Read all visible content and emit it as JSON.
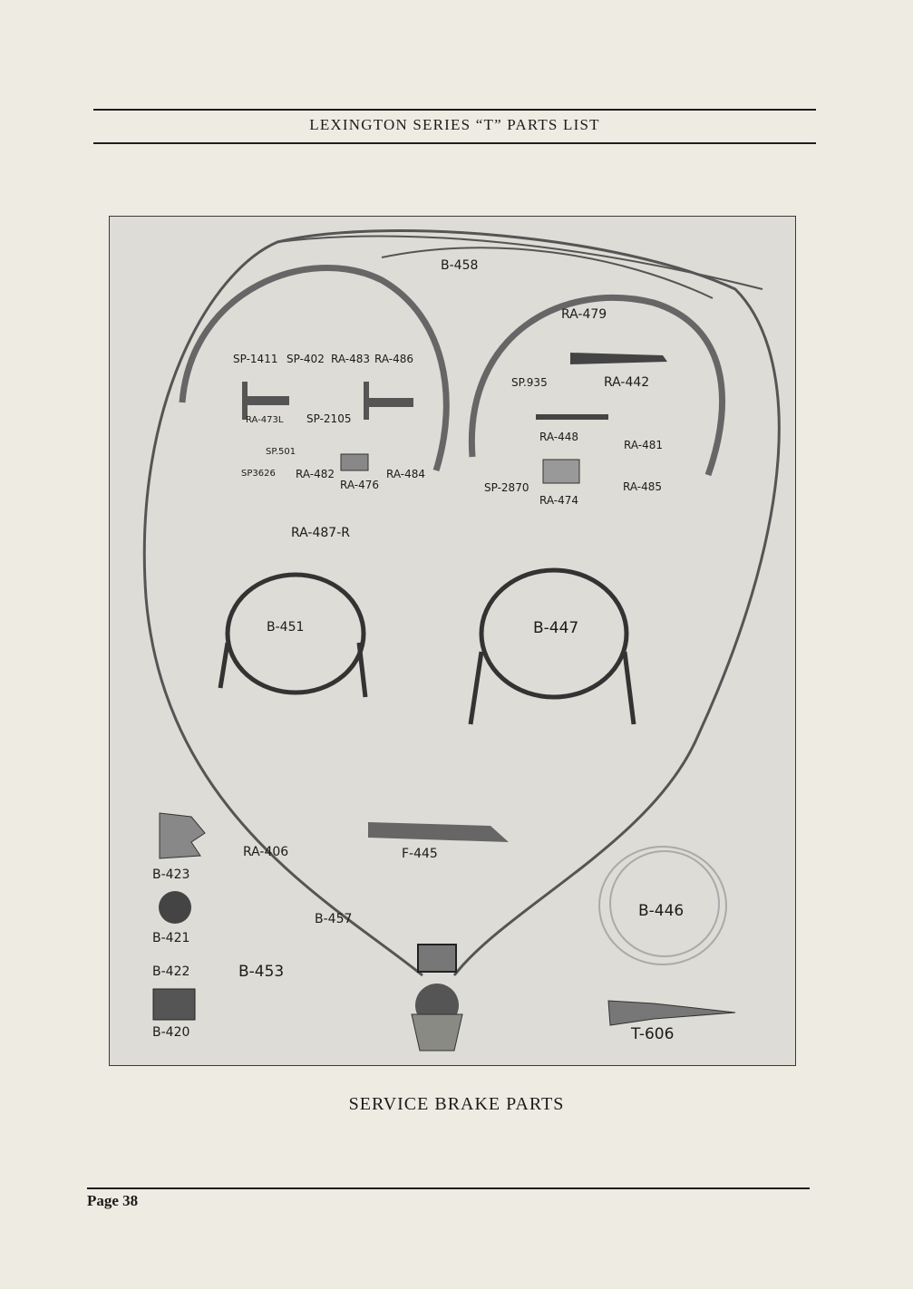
{
  "header": {
    "title": "LEXINGTON SERIES “T” PARTS LIST"
  },
  "figure": {
    "caption": "SERVICE BRAKE PARTS",
    "parts": {
      "b458": "B-458",
      "ra479": "RA-479",
      "sp1411": "SP-1411",
      "sp402": "SP-402",
      "ra483": "RA-483",
      "ra486": "RA-486",
      "sp935": "SP.935",
      "ra442": "RA-442",
      "ra473l": "RA-473L",
      "sp2105": "SP-2105",
      "ra448": "RA-448",
      "ra481": "RA-481",
      "sp501": "SP.501",
      "sp3626": "SP3626",
      "ra482": "RA-482",
      "ra476": "RA-476",
      "ra484": "RA-484",
      "sp2870": "SP-2870",
      "ra474": "RA-474",
      "ra485": "RA-485",
      "ra487r": "RA-487-R",
      "b451": "B-451",
      "b447": "B-447",
      "b423": "B-423",
      "ra406": "RA-406",
      "f445": "F-445",
      "b421": "B-421",
      "b457": "B-457",
      "b446": "B-446",
      "b422": "B-422",
      "b453": "B-453",
      "b420": "B-420",
      "t606": "T-606"
    }
  },
  "footer": {
    "page": "Page 38"
  },
  "colors": {
    "paper": "#eeebe3",
    "plate": "#dedcd6",
    "ink": "#1c1b19"
  }
}
